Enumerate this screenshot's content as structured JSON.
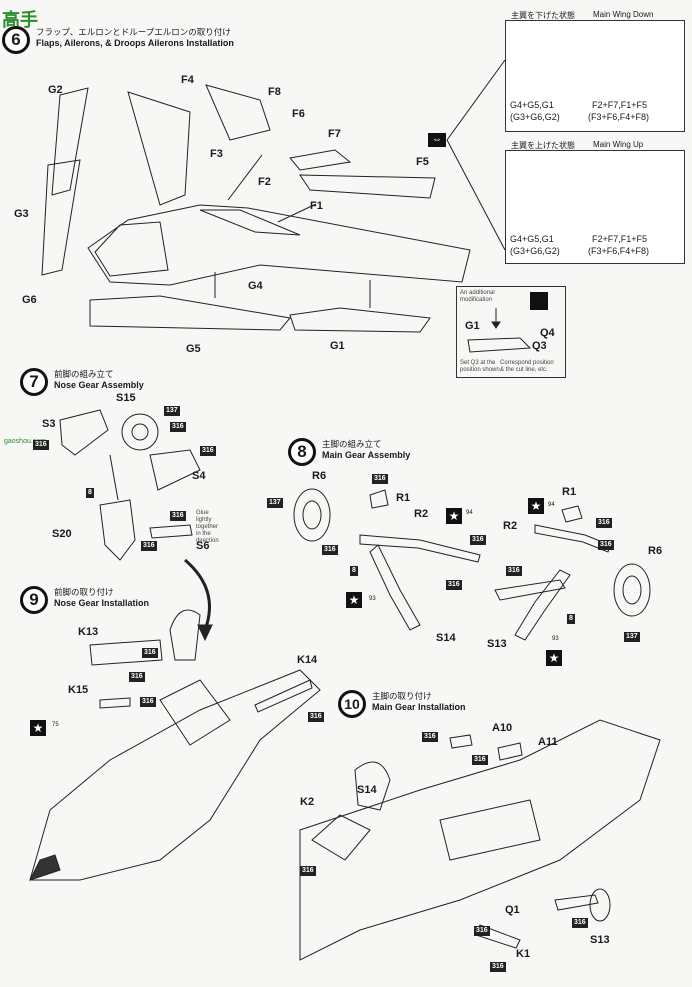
{
  "watermark": {
    "logo_text": "高手",
    "sub_text": "gaoshou.com"
  },
  "step6": {
    "number": "6",
    "title_jp": "フラップ、エルロンとドループエルロンの取り付け",
    "title_en": "Flaps, Ailerons, & Droops Ailerons Installation",
    "parts": [
      "G2",
      "G3",
      "G6",
      "F4",
      "F8",
      "F6",
      "F3",
      "F2",
      "F7",
      "F5",
      "F1",
      "G4",
      "G5",
      "G1",
      "Q4",
      "Q3"
    ],
    "detail_note": "An additional\nmodification",
    "detail_bottom_note": "Set Q3 at the\nposition shown",
    "detail_note2": "Correspond position\n& the cut line, etc."
  },
  "wing_down": {
    "title_jp": "主翼を下げた状態",
    "title_en": "Main Wing Down",
    "left_line1": "G4+G5,G1",
    "left_line2": "(G3+G6,G2)",
    "right_line1": "F2+F7,F1+F5",
    "right_line2": "(F3+F6,F4+F8)"
  },
  "wing_up": {
    "title_jp": "主翼を上げた状態",
    "title_en": "Main Wing Up",
    "left_line1": "G4+G5,G1",
    "left_line2": "(G3+G6,G2)",
    "right_line1": "F2+F7,F1+F5",
    "right_line2": "(F3+F6,F4+F8)"
  },
  "step7": {
    "number": "7",
    "title_jp": "前脚の組み立て",
    "title_en": "Nose Gear Assembly",
    "parts": [
      "S15",
      "S3",
      "S4",
      "S20",
      "S6"
    ],
    "tags": [
      "137",
      "316",
      "316",
      "316",
      "8",
      "316",
      "316"
    ],
    "note": "Glue\nlightly\ntogether\nin the\ndirection"
  },
  "step8": {
    "number": "8",
    "title_jp": "主脚の組み立て",
    "title_en": "Main Gear Assembly",
    "parts": [
      "R6",
      "R1",
      "R2",
      "S14",
      "R1",
      "R2",
      "R6",
      "S13"
    ],
    "tags": [
      "316",
      "137",
      "316",
      "8",
      "316",
      "316",
      "316",
      "316",
      "316",
      "8",
      "137"
    ],
    "star_labels": [
      "94",
      "93",
      "94",
      "93"
    ]
  },
  "step9": {
    "number": "9",
    "title_jp": "前脚の取り付け",
    "title_en": "Nose Gear Installation",
    "parts": [
      "K13",
      "K14",
      "K15"
    ],
    "tags": [
      "316",
      "316",
      "316",
      "316"
    ],
    "star_label": "75"
  },
  "step10": {
    "number": "10",
    "title_jp": "主脚の取り付け",
    "title_en": "Main Gear Installation",
    "parts": [
      "A10",
      "A11",
      "S14",
      "K2",
      "Q1",
      "K1",
      "S13"
    ],
    "tags": [
      "316",
      "316",
      "316",
      "316",
      "316",
      "316"
    ]
  }
}
